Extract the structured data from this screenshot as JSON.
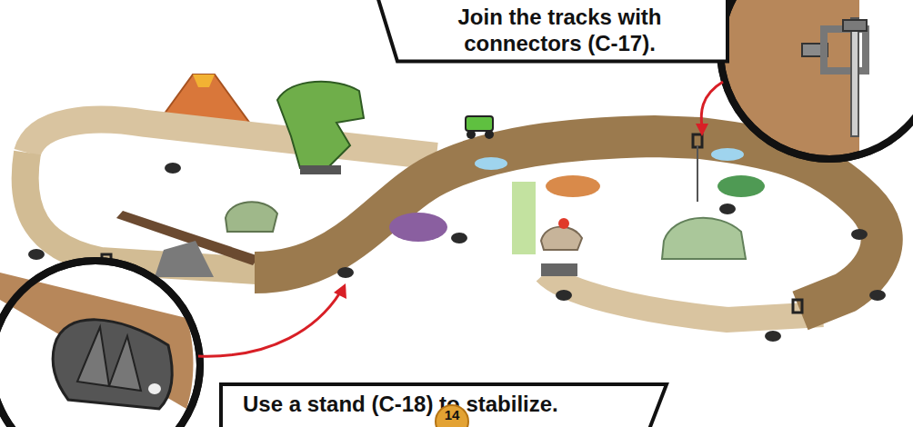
{
  "diagram": {
    "nodes": [
      {
        "text": [
          "Join the tracks with connectors (C-17)."
        ]
      },
      {
        "text": [
          "Use a stand (C-18) to stabilize."
        ]
      },
      {
        "text": [
          "14"
        ]
      }
    ]
  }
}
